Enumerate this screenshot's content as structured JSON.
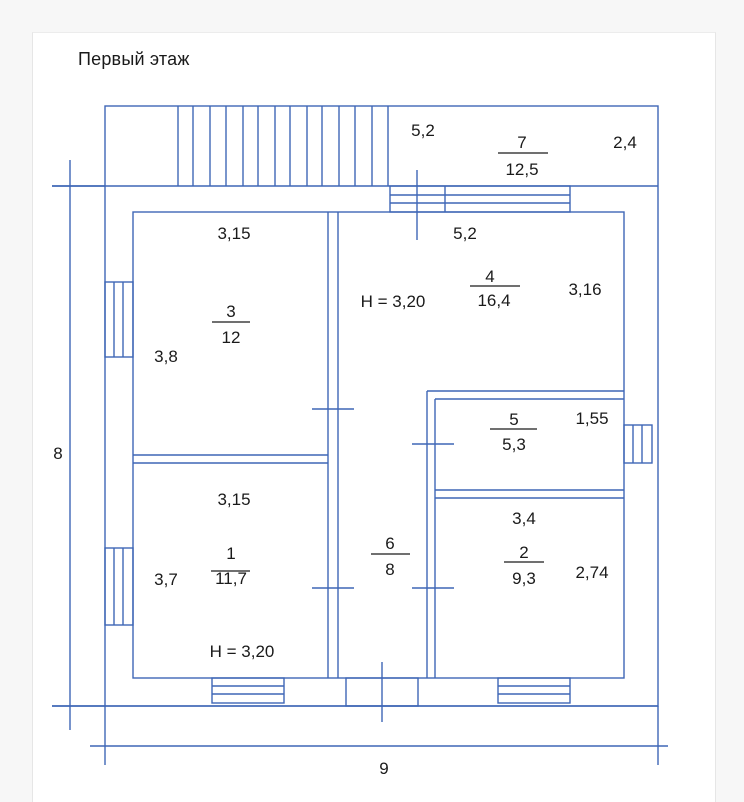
{
  "title": "Первый этаж",
  "colors": {
    "line": "#3f67b6",
    "text": "#1a1a1a",
    "sheet": "#ffffff",
    "background": "#f7f7f7"
  },
  "rooms": [
    {
      "number": "1",
      "area": "11,7"
    },
    {
      "number": "2",
      "area": "9,3"
    },
    {
      "number": "3",
      "area": "12"
    },
    {
      "number": "4",
      "area": "16,4"
    },
    {
      "number": "5",
      "area": "5,3"
    },
    {
      "number": "6",
      "area": "8"
    },
    {
      "number": "7",
      "area": "12,5"
    }
  ],
  "dimensions": {
    "overall_height": "8",
    "overall_width": "9",
    "terrace_top": "5,2",
    "terrace_right": "2,4",
    "room4_top": "5,2",
    "room4_right": "3,16",
    "room3_top": "3,15",
    "room3_left": "3,8",
    "room1_top": "3,15",
    "room1_left": "3,7",
    "room5_right": "1,55",
    "room2_top": "3,4",
    "room2_right": "2,74"
  },
  "ceiling_heights": {
    "room4": "H = 3,20",
    "room1": "H = 3,20"
  }
}
